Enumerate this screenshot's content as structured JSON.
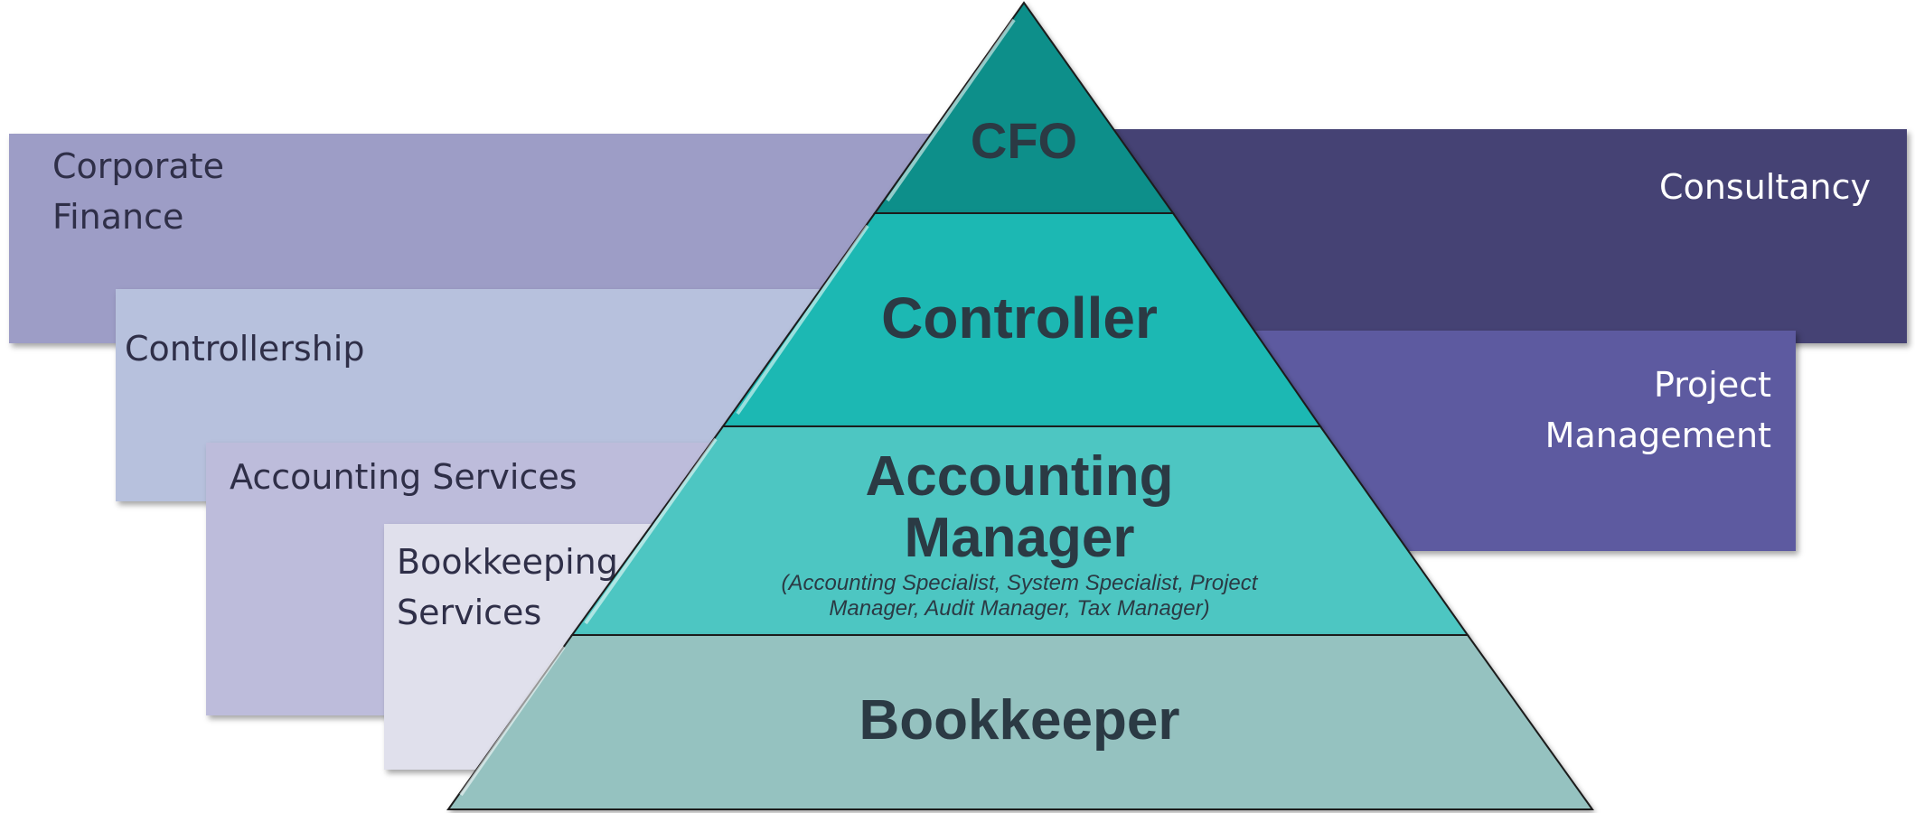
{
  "service_boxes": {
    "corporate_finance": {
      "label": "Corporate\nFinance"
    },
    "controllership": {
      "label": "Controllership"
    },
    "accounting_services": {
      "label": "Accounting Services"
    },
    "bookkeeping_services": {
      "label": "Bookkeeping\nServices"
    },
    "consultancy": {
      "label": "Consultancy"
    },
    "project_management": {
      "label": "Project\nManagement"
    }
  },
  "pyramid": {
    "cfo": {
      "title": "CFO"
    },
    "controller": {
      "title": "Controller"
    },
    "accounting_manager": {
      "title_line1": "Accounting",
      "title_line2": "Manager",
      "subtitle_line1": "(Accounting Specialist, System Specialist, Project",
      "subtitle_line2": "Manager, Audit Manager, Tax Manager)"
    },
    "bookkeeper": {
      "title": "Bookkeeper"
    }
  },
  "colors": {
    "corporate_finance": "#9d9dc6",
    "controllership": "#b7c1dd",
    "accounting_services": "#bdbcdb",
    "bookkeeping_services": "#e0e0ec",
    "consultancy": "#454274",
    "project_management": "#5d5aa0",
    "tier_cfo": "#0d8f8a",
    "tier_controller": "#1bb8b3",
    "tier_accounting_manager": "#4ec6c2",
    "tier_bookkeeper": "#95c2c0"
  }
}
